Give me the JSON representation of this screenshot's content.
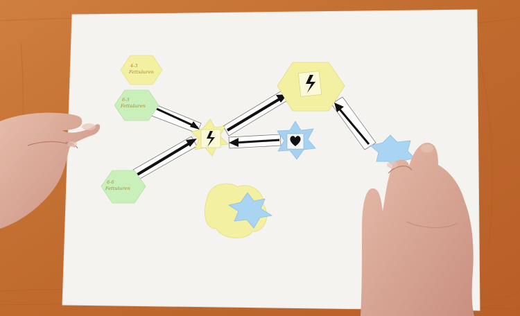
{
  "scene": {
    "hexagon_labels": [
      {
        "line1": "4-3",
        "line2": "Fettsäuren"
      },
      {
        "line1": "6-3",
        "line2": "Fettsäuren"
      },
      {
        "line1": "6-6",
        "line2": "Fettsäuren"
      }
    ]
  },
  "colors": {
    "table": "#c9773a",
    "paper": "#f3f2ef",
    "yellow": "#f2ee9a",
    "green": "#c9efbb",
    "blue": "#a9d4f2",
    "skin": "#d8a99a"
  }
}
